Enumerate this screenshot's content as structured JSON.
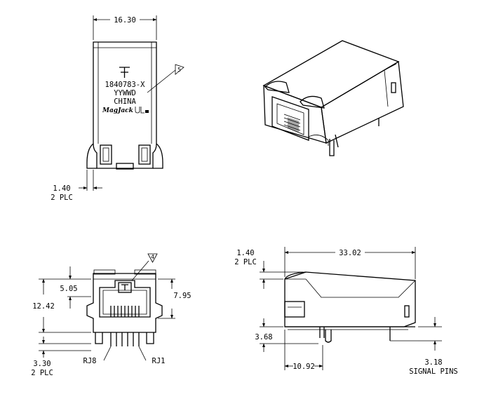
{
  "drawing": {
    "top_view": {
      "width_dim": "16.30",
      "flange_dim": "1.40",
      "flange_note": "2 PLC",
      "marking_lines": [
        "1840783-X",
        "YYWWD",
        "CHINA"
      ],
      "brand": "MagJack",
      "note_flag": "5"
    },
    "front_view": {
      "height_dim": "12.42",
      "tab_dim": "5.05",
      "opening_dim": "7.95",
      "pin_offset_dim": "3.30",
      "pin_offset_note": "2 PLC",
      "rj8_label": "RJ8",
      "rj1_label": "RJ1",
      "note_flag": "4"
    },
    "side_view": {
      "flange_dim": "1.40",
      "flange_note": "2 PLC",
      "length_dim": "33.02",
      "standoff_dim": "3.68",
      "post_dim": "10.92",
      "signal_dim": "3.18",
      "signal_note": "SIGNAL PINS"
    }
  }
}
